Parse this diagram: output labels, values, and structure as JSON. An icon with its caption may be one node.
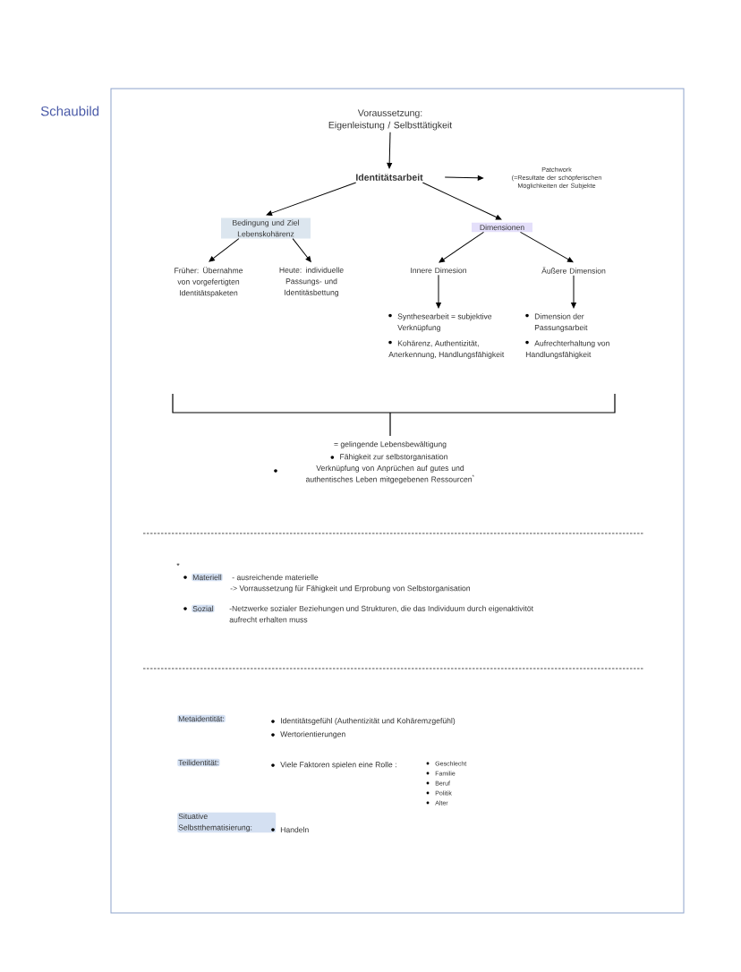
{
  "diagram": {
    "title": "Schaubild",
    "nodes": [
      {
        "text": [
          "Voraussetzung: Eigenleistung / Selbsttätigkeit"
        ]
      },
      {
        "text": [
          "Identitätsarbeit"
        ]
      },
      {
        "text": [
          "Patchwork",
          "(=Resultate der schöpferischen Möglichkeiten der Subjekte"
        ]
      },
      {
        "text": [
          "Bedingung und Ziel Lebenskohärenz"
        ]
      },
      {
        "text": [
          "Dimensionen"
        ]
      },
      {
        "text": [
          "Früher: Übernahme von vorgefertigten Identitätspaketen"
        ]
      },
      {
        "text": [
          "Heute: individuelle Passungs- und Identitäsbettung"
        ]
      },
      {
        "text": [
          "Innere Dimesion"
        ]
      },
      {
        "text": [
          "Äußere Dimension"
        ]
      },
      {
        "text": [
          "Synthesearbeit = subjektive Verknüpfung",
          "Kohärenz, Authentizität, Anerkennung, Handlungsfähigkeit"
        ]
      },
      {
        "text": [
          "Dimension der Passungsarbeit",
          "Aufrechterhaltung von Handlungsfähigkeit"
        ]
      }
    ],
    "edges": [
      {
        "from": 0,
        "to": 1,
        "arrow": "to"
      },
      {
        "from": 1,
        "to": 2,
        "arrow": "to"
      },
      {
        "from": 1,
        "to": 3,
        "arrow": "to"
      },
      {
        "from": 1,
        "to": 4,
        "arrow": "to"
      },
      {
        "from": 3,
        "to": 5,
        "arrow": "to"
      },
      {
        "from": 3,
        "to": 6,
        "arrow": "to"
      },
      {
        "from": 4,
        "to": 7,
        "arrow": "to"
      },
      {
        "from": 4,
        "to": 8,
        "arrow": "to"
      },
      {
        "from": 7,
        "to": 9,
        "arrow": "to"
      },
      {
        "from": 8,
        "to": 10,
        "arrow": "to"
      }
    ],
    "labels": [
      "= gelingende Lebensbewältigung",
      "Fähigkeit zur selbstorganisation",
      "Verknüpfung von Anprüchen auf gutes und authentisches Leben mitgegebenen Ressourcen$^{*}$",
      "*",
      "Materiell",
      "- ausreichende materielle",
      "-> Vorraussetzung für Fähigkeit und Erprobung von Selbstorganisation",
      "Sozial",
      "-Netzwerke sozialer Beziehungen und Strukturen, die das Individuum durch eigenaktivitöt aufrecht erhalten muss",
      "Metaidentität:",
      "Identitätsgefühl (Authentizität und Kohäremzgefühl)",
      "Wertorientierungen",
      "Teilidentität:",
      "Viele Faktoren spielen eine Rolle :",
      "Geschlecht",
      "Familie",
      "Beruf",
      "Politik",
      "Alter",
      "Situative Selbstthematisierung:",
      "Handeln"
    ]
  }
}
